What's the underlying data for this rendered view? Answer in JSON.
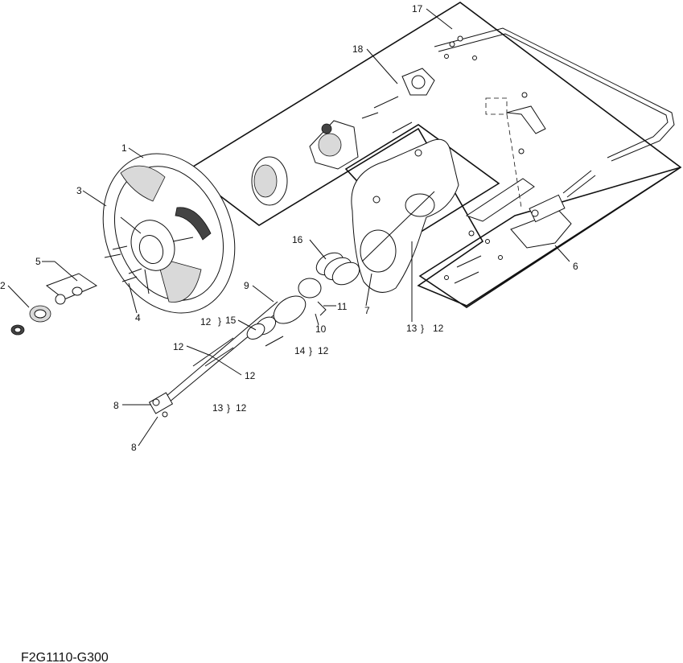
{
  "diagram": {
    "reference_code": "F2G1110-G300",
    "callouts": {
      "c1": "1",
      "c2": "2",
      "c3": "3",
      "c4": "4",
      "c5": "5",
      "c6": "6",
      "c7": "7",
      "c8a": "8",
      "c8b": "8",
      "c9": "9",
      "c10": "10",
      "c11": "11",
      "c12a": "12",
      "c12b": "12",
      "c12c": "12",
      "c12d": "12",
      "c12e": "12",
      "c12f": "12",
      "c13a": "13",
      "c13b": "13",
      "c14": "14",
      "c15": "15",
      "c16": "16",
      "c17": "17",
      "c18": "18"
    }
  }
}
